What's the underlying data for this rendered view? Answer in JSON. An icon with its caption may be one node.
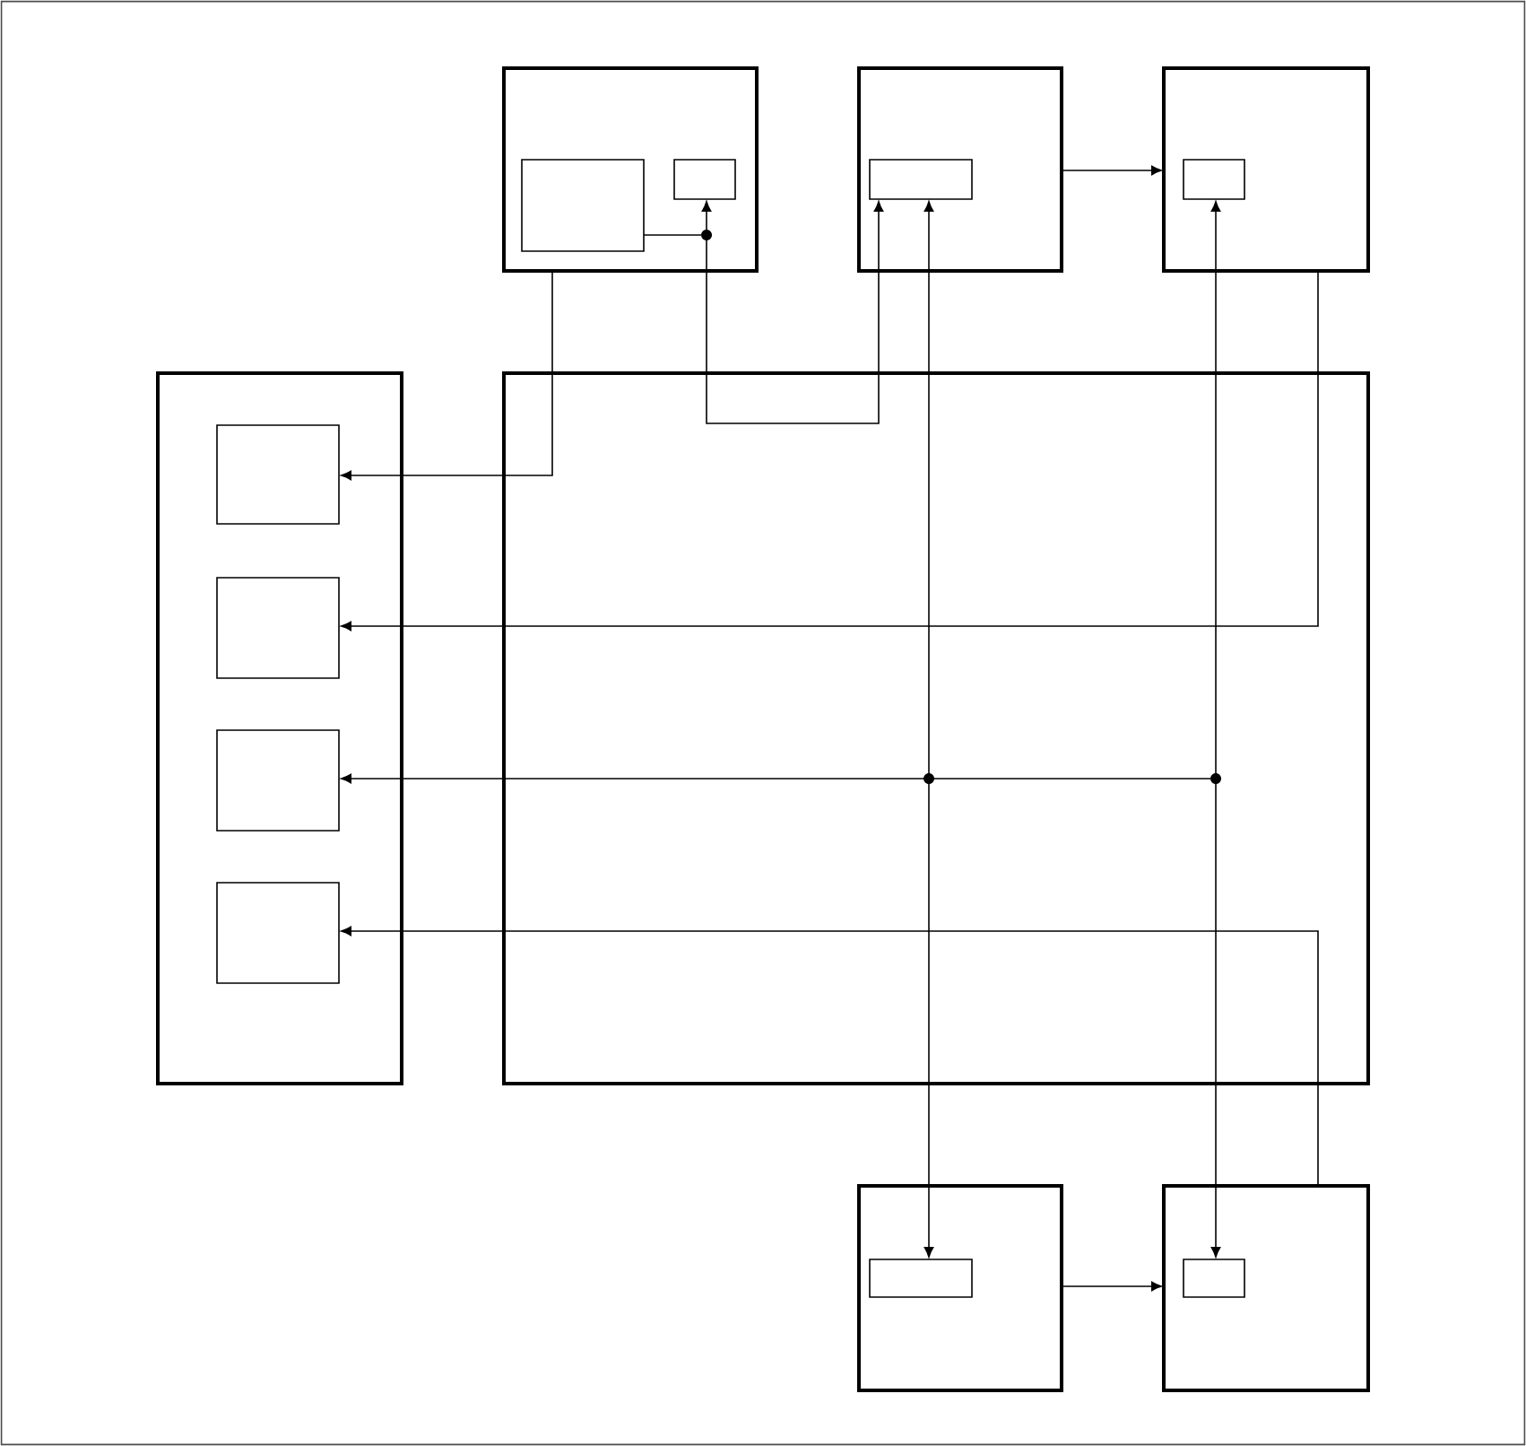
{
  "diagram": {
    "nodes": [
      {
        "text": [],
        "shape": "box"
      },
      {
        "text": [],
        "shape": "box",
        "in": 0
      },
      {
        "text": [],
        "shape": "box",
        "in": 0
      },
      {
        "text": [],
        "shape": "box"
      },
      {
        "text": [],
        "shape": "box",
        "in": 3
      },
      {
        "text": [],
        "shape": "box"
      },
      {
        "text": [],
        "shape": "box",
        "in": 5
      },
      {
        "text": [],
        "shape": "box"
      },
      {
        "text": [],
        "shape": "box",
        "in": 7
      },
      {
        "text": [],
        "shape": "box",
        "in": 7
      },
      {
        "text": [],
        "shape": "box",
        "in": 7
      },
      {
        "text": [],
        "shape": "box",
        "in": 7
      },
      {
        "text": [],
        "shape": "box"
      },
      {
        "text": [],
        "shape": "box"
      },
      {
        "text": [],
        "shape": "box",
        "in": 13
      },
      {
        "text": [],
        "shape": "box"
      },
      {
        "text": [],
        "shape": "box",
        "in": 15
      },
      {
        "text": [],
        "shape": "circle",
        "in": 0
      },
      {
        "text": [],
        "shape": "circle",
        "in": 12
      },
      {
        "text": [],
        "shape": "circle",
        "in": 12
      }
    ],
    "edges": [
      {
        "from": 1,
        "to": 17,
        "arrow": "none"
      },
      {
        "from": 17,
        "to": 2,
        "arrow": "to"
      },
      {
        "from": 17,
        "to": 4,
        "arrow": "to"
      },
      {
        "from": 0,
        "to": 8,
        "arrow": "to"
      },
      {
        "from": 3,
        "to": 5,
        "arrow": "to"
      },
      {
        "from": 5,
        "to": 9,
        "arrow": "to"
      },
      {
        "from": 18,
        "to": 4,
        "arrow": "to"
      },
      {
        "from": 18,
        "to": 14,
        "arrow": "to"
      },
      {
        "from": 19,
        "to": 6,
        "arrow": "to"
      },
      {
        "from": 19,
        "to": 16,
        "arrow": "to"
      },
      {
        "from": 19,
        "to": 18,
        "arrow": "none"
      },
      {
        "from": 18,
        "to": 10,
        "arrow": "to"
      },
      {
        "from": 15,
        "to": 11,
        "arrow": "to"
      },
      {
        "from": 13,
        "to": 15,
        "arrow": "to"
      }
    ]
  }
}
